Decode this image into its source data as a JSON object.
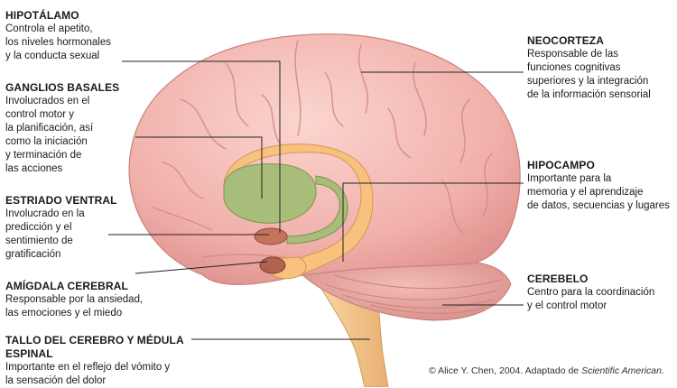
{
  "labels": {
    "hipotalamo": {
      "title": "HIPOTÁLAMO",
      "desc": "Controla el apetito,\nlos niveles hormonales\ny la conducta sexual"
    },
    "ganglios": {
      "title": "GANGLIOS BASALES",
      "desc": "Involucrados en el\ncontrol motor y\nla planificación, así\ncomo la iniciación\ny terminación de\nlas acciones"
    },
    "estriado": {
      "title": "ESTRIADO VENTRAL",
      "desc": "Involucrado en la\npredicción y el\nsentimiento de\ngratificación"
    },
    "amigdala": {
      "title": "AMÍGDALA CEREBRAL",
      "desc": "Responsable por la ansiedad,\nlas emociones y el miedo"
    },
    "tallo": {
      "title": "TALLO DEL CEREBRO Y MÉDULA ESPINAL",
      "desc": "Importante en el reflejo del vómito y\nla sensación del dolor"
    },
    "neocorteza": {
      "title": "NEOCORTEZA",
      "desc": "Responsable de las\nfunciones cognitivas\nsuperiores y la integración\nde la información sensorial"
    },
    "hipocampo": {
      "title": "HIPOCAMPO",
      "desc": "Importante para la\nmemoria y el aprendizaje\nde datos, secuencias y lugares"
    },
    "cerebelo": {
      "title": "CEREBELO",
      "desc": "Centro para la coordinación\ny el control motor"
    }
  },
  "credit": {
    "prefix": "© Alice Y. Chen, 2004. Adaptado de ",
    "source": "Scientific American."
  },
  "colors": {
    "cortex": "#f4b9b3",
    "cortex_shade": "#e79f9a",
    "cerebellum": "#ecaaa4",
    "brainstem": "#f6c98f",
    "basal_ganglia": "#a9be7c",
    "hippocampus": "#f7c07a",
    "amygdala": "#b86a55",
    "leader": "#222222"
  }
}
